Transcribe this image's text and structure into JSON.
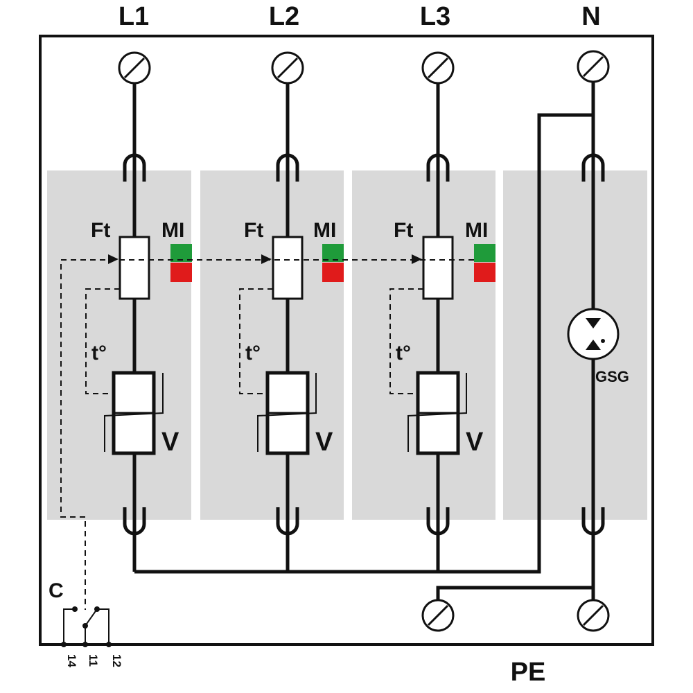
{
  "labels": {
    "phase_1": "L1",
    "phase_2": "L2",
    "phase_3": "L3",
    "neutral": "N",
    "protective_earth": "PE",
    "fuse": "Ft",
    "mechanical_indicator": "MI",
    "thermal": "t°",
    "varistor": "V",
    "gas_spark_gap": "GSG",
    "remote_contact": "C",
    "contact_14": "14",
    "contact_11": "11",
    "contact_12": "12"
  },
  "colors": {
    "module_fill": "#d9d9d9",
    "indicator_ok": "#1f9b3a",
    "indicator_fault": "#e01b1b"
  }
}
